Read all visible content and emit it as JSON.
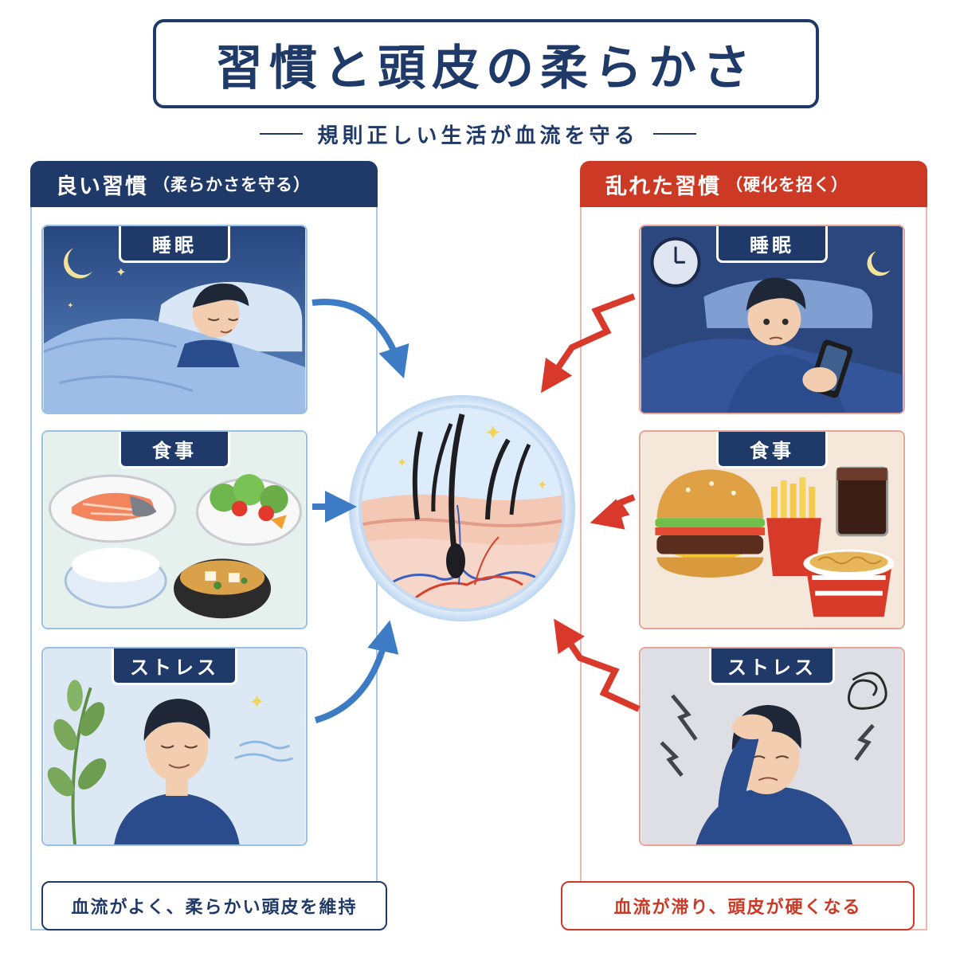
{
  "title": "習慣と頭皮の柔らかさ",
  "subtitle": "規則正しい生活が血流を守る",
  "good": {
    "header_main": "良い習慣",
    "header_sub": "（柔らかさを守る）",
    "panels": [
      {
        "label": "睡眠"
      },
      {
        "label": "食事"
      },
      {
        "label": "ストレス"
      }
    ],
    "summary": "血流がよく、柔らかい頭皮を維持"
  },
  "bad": {
    "header_main": "乱れた習慣",
    "header_sub": "（硬化を招く）",
    "panels": [
      {
        "label": "睡眠"
      },
      {
        "label": "食事"
      },
      {
        "label": "ストレス"
      }
    ],
    "summary": "血流が滞り、頭皮が硬くなる"
  },
  "colors": {
    "navy": "#1f3a68",
    "red": "#cc3a26",
    "good_arrow": "#3d7cc4",
    "bad_arrow": "#d8392a"
  },
  "icons": {
    "good_sleep": "sleeping-man-icon",
    "good_meal": "japanese-meal-icon",
    "good_stress": "relaxed-man-icon",
    "bad_sleep": "phone-at-night-icon",
    "bad_meal": "junk-food-icon",
    "bad_stress": "headache-man-icon",
    "center": "scalp-cross-section-icon"
  }
}
